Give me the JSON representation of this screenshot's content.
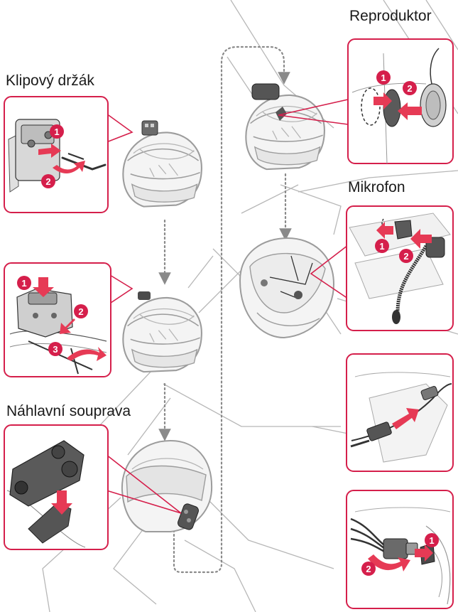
{
  "labels": {
    "clip_mount": "Klipový držák",
    "headset": "Náhlavní souprava",
    "speaker": "Reproduktor",
    "microphone": "Mikrofon"
  },
  "colors": {
    "accent": "#d51f4b",
    "arrow": "#e63a55",
    "line": "#b7b7b7",
    "helmet": "#9c9c9c",
    "dots": "#8a8a8a"
  },
  "steps": {
    "clip": [
      "1",
      "2"
    ],
    "attach": [
      "1",
      "2",
      "3"
    ],
    "speaker": [
      "1",
      "2"
    ],
    "mic": [
      "1",
      "2"
    ],
    "cable": [
      "1",
      "2"
    ]
  }
}
